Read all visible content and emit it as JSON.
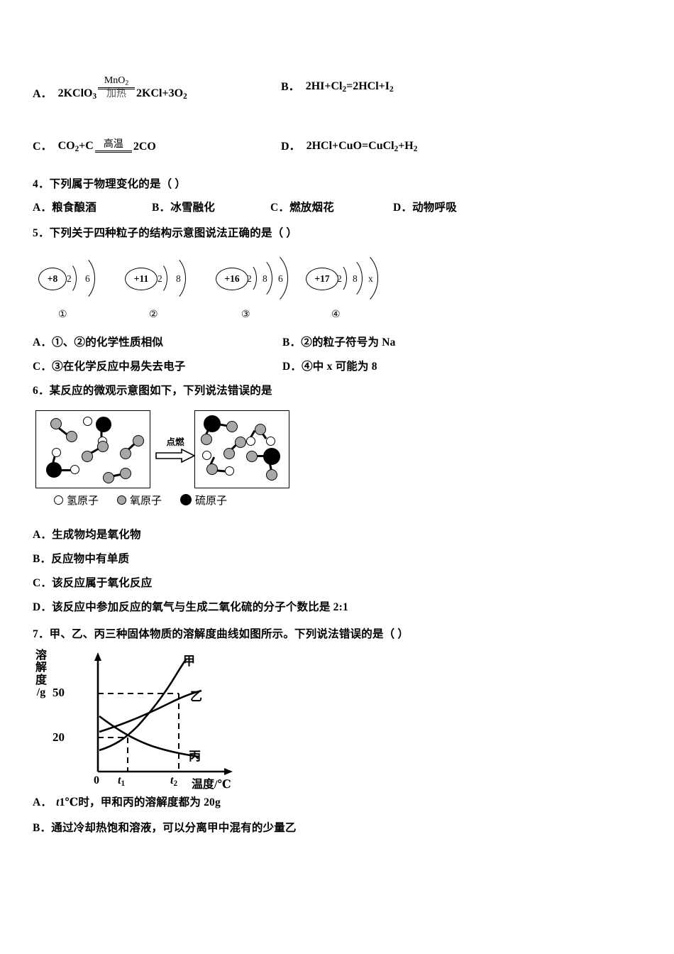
{
  "question3": {
    "options": [
      {
        "label": "A．",
        "left": "2KClO",
        "left_sub": "3",
        "cond_above": "MnO",
        "cond_above_sub": "2",
        "cond_below": "加热",
        "right": "2KCl+3O",
        "right_sub": "2"
      },
      {
        "label": "B．",
        "text_parts": [
          "2HI+Cl",
          "2",
          "=2HCl+I",
          "2"
        ]
      },
      {
        "label": "C．",
        "left": "CO",
        "left_sub": "2",
        "left_tail": "+C",
        "cond_above": "高温",
        "cond_below": "",
        "right": "2CO"
      },
      {
        "label": "D．",
        "text_parts": [
          "2HCl+CuO=CuCl",
          "2",
          "+H",
          "2"
        ]
      }
    ]
  },
  "question4": {
    "stem": "4．下列属于物理变化的是（      ）",
    "options": [
      {
        "label": "A．",
        "text": "粮食酿酒"
      },
      {
        "label": "B．",
        "text": "冰雪融化"
      },
      {
        "label": "C．",
        "text": "燃放烟花"
      },
      {
        "label": "D．",
        "text": "动物呼吸"
      }
    ]
  },
  "question5": {
    "stem": "5．下列关于四种粒子的结构示意图说法正确的是（   ）",
    "particles": [
      {
        "charge": "+8",
        "shells": [
          "2",
          "6"
        ],
        "tag": "①"
      },
      {
        "charge": "+11",
        "shells": [
          "2",
          "8"
        ],
        "tag": "②"
      },
      {
        "charge": "+16",
        "shells": [
          "2",
          "8",
          "6"
        ],
        "tag": "③"
      },
      {
        "charge": "+17",
        "shells": [
          "2",
          "8",
          "x"
        ],
        "tag": "④"
      }
    ],
    "options": [
      {
        "label": "A．",
        "text": "①、②的化学性质相似"
      },
      {
        "label": "B．",
        "text": "②的粒子符号为 Na"
      },
      {
        "label": "C．",
        "text": "③在化学反应中易失去电子"
      },
      {
        "label": "D．",
        "text": "④中 x 可能为 8"
      }
    ]
  },
  "question6": {
    "stem": "6．某反应的微观示意图如下，下列说法错误的是",
    "arrow_label": "点燃",
    "legend": [
      {
        "name": "hydrogen-atom",
        "color": "#ffffff",
        "text": "氢原子"
      },
      {
        "name": "oxygen-atom",
        "color": "#a8a8a8",
        "text": "氧原子"
      },
      {
        "name": "sulfur-atom",
        "color": "#000000",
        "text": "硫原子"
      }
    ],
    "options": [
      {
        "label": "A．",
        "text": "生成物均是氧化物"
      },
      {
        "label": "B．",
        "text": "反应物中有单质"
      },
      {
        "label": "C．",
        "text": "该反应属于氧化反应"
      },
      {
        "label": "D．",
        "text": "该反应中参加反应的氧气与生成二氧化硫的分子个数比是 2:1"
      }
    ]
  },
  "question7": {
    "stem": "7．甲、乙、丙三种固体物质的溶解度曲线如图所示。下列说法错误的是（      ）",
    "options": [
      {
        "label": "A．",
        "text_italic": "t",
        "text": "1℃时，甲和丙的溶解度都为 20g"
      },
      {
        "label": "B．",
        "text": "通过冷却热饱和溶液，可以分离甲中混有的少量乙"
      }
    ]
  },
  "chart_data": {
    "type": "line",
    "title": "",
    "xlabel": "温度/℃",
    "ylabel": "溶解度/g",
    "ylabel_chars": [
      "溶",
      "解",
      "度",
      "/g"
    ],
    "yticks": [
      "20",
      "50"
    ],
    "ytick_values": [
      20,
      50
    ],
    "xticks": [
      "0",
      "t₁",
      "t₂"
    ],
    "xtick_labels": [
      "0",
      "t",
      "t"
    ],
    "xtick_subs": [
      "",
      "1",
      "2"
    ],
    "origin_label": "0",
    "grid": false,
    "dashed_guides": [
      {
        "from": "y50",
        "to": "t2",
        "value": 50
      },
      {
        "from": "y20",
        "to": "t1",
        "value": 20
      }
    ],
    "series": [
      {
        "name": "甲",
        "label": "甲",
        "description": "steeply rising curve",
        "x": [
          0,
          25,
          50,
          72,
          88
        ],
        "values": [
          13,
          18,
          26,
          42,
          62
        ]
      },
      {
        "name": "乙",
        "label": "乙",
        "description": "moderately rising curve",
        "x": [
          0,
          25,
          50,
          75,
          100
        ],
        "values": [
          22,
          27,
          33,
          40,
          46
        ]
      },
      {
        "name": "丙",
        "label": "丙",
        "description": "declining curve",
        "x": [
          0,
          25,
          50,
          75,
          95
        ],
        "values": [
          30,
          20,
          14,
          11,
          9
        ]
      }
    ],
    "intersections": [
      {
        "at": "t1",
        "series": [
          "甲",
          "丙"
        ],
        "value": 20
      },
      {
        "at": "t2",
        "series": [
          "甲"
        ],
        "value": 50
      }
    ],
    "xlim": [
      0,
      110
    ],
    "ylim": [
      0,
      70
    ]
  }
}
